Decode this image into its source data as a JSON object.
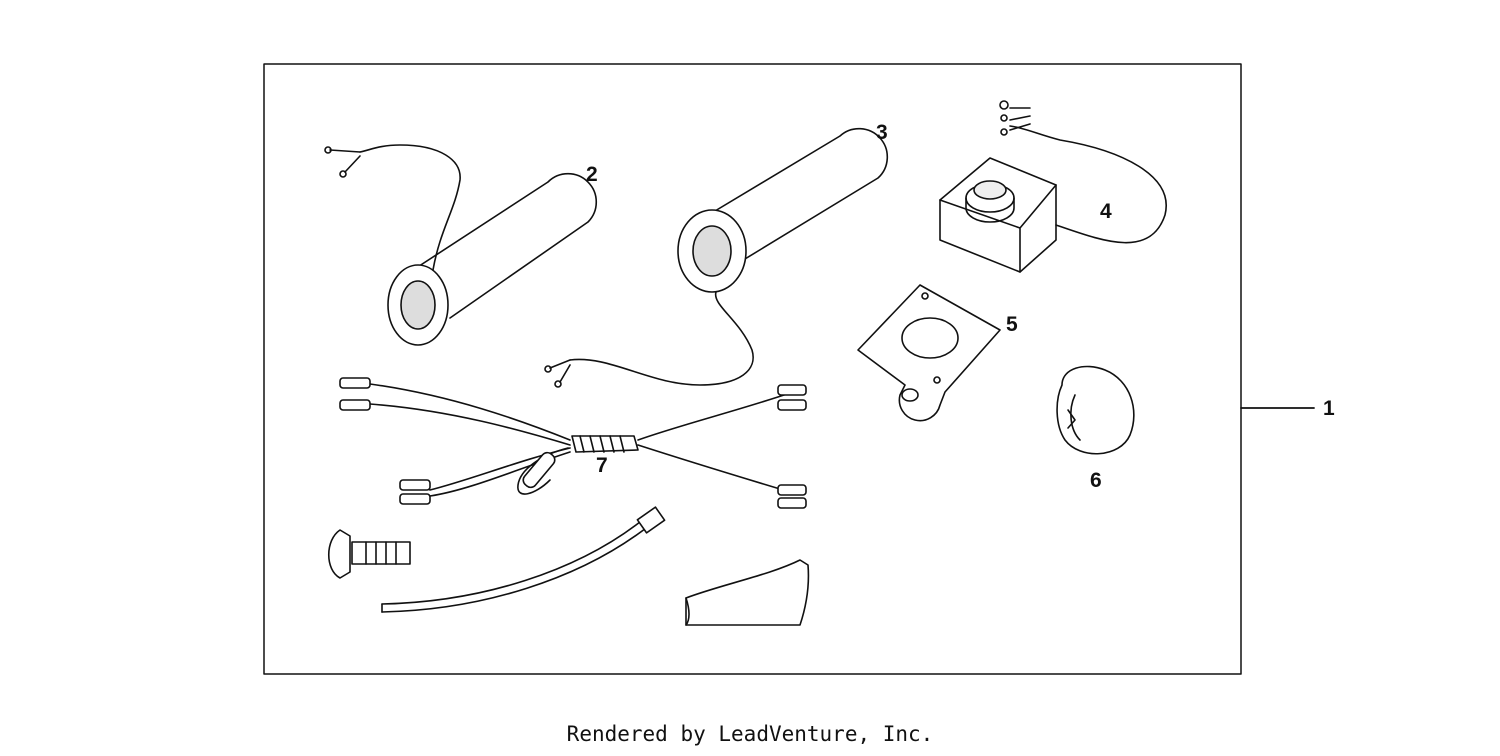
{
  "callouts": {
    "c1": "1",
    "c2": "2",
    "c3": "3",
    "c4": "4",
    "c5": "5",
    "c6": "6",
    "c7": "7"
  },
  "footer": {
    "text": "Rendered by LeadVenture, Inc."
  },
  "colors": {
    "line": "#111111",
    "shade": "#cccccc"
  }
}
